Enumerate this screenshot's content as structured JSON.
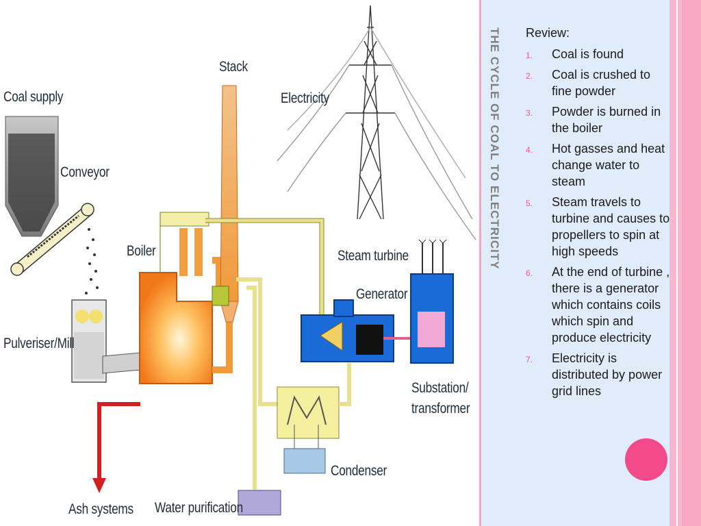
{
  "title": "The cycle of coal to electricity",
  "review": {
    "heading": "Review:",
    "items": [
      {
        "num": "1.",
        "text": "Coal is found"
      },
      {
        "num": "2.",
        "text": "Coal is crushed to fine powder"
      },
      {
        "num": "3.",
        "text": "Powder is burned in the boiler"
      },
      {
        "num": "4.",
        "text": "Hot gasses and heat change water to steam"
      },
      {
        "num": "5.",
        "text": "Steam travels to turbine and causes to propellers to spin at high speeds"
      },
      {
        "num": "6.",
        "text": "At the end of turbine , there is a generator which contains coils which spin and produce electricity"
      },
      {
        "num": "7.",
        "text": "Electricity is distributed by power grid lines"
      }
    ]
  },
  "diagram": {
    "labels": {
      "coal_supply": "Coal supply",
      "conveyor": "Conveyor",
      "boiler": "Boiler",
      "stack": "Stack",
      "electricity": "Electricity",
      "steam_turbine": "Steam turbine",
      "generator": "Generator",
      "pulveriser": "Pulveriser/Mill",
      "substation_line1": "Substation/",
      "substation_line2": "transformer",
      "condenser": "Condenser",
      "ash_systems": "Ash systems",
      "water_purification": "Water purification"
    }
  },
  "colors": {
    "accent_pink": "#f24a8a",
    "panel_blue": "#e0ecfa",
    "title_gray": "#7f7f7f"
  }
}
